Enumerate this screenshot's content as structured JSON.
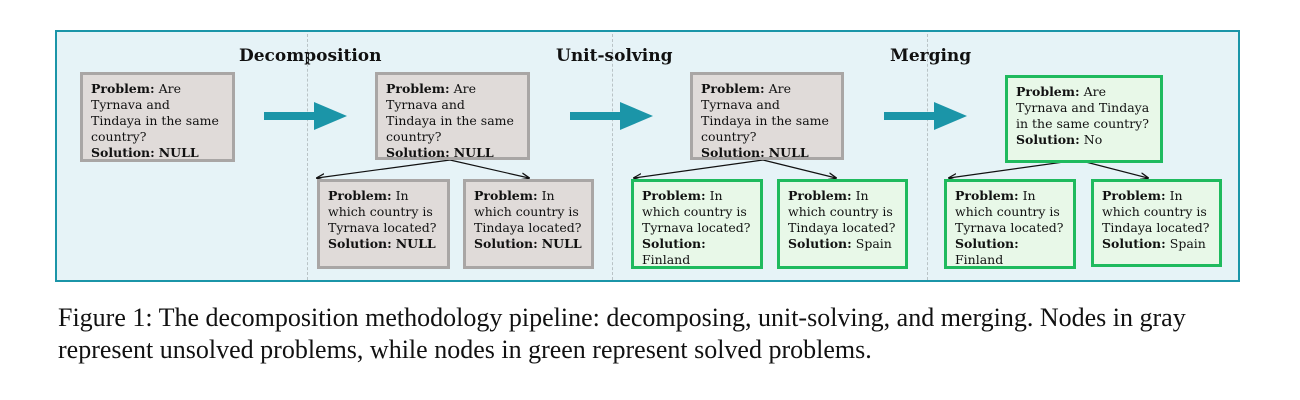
{
  "stages": {
    "decomposition": "Decomposition",
    "unit_solving": "Unit-solving",
    "merging": "Merging"
  },
  "labels": {
    "problem": "Problem:",
    "solution": "Solution:"
  },
  "nodes": {
    "n1_root": {
      "problem": "Are Tyrnava and Tindaya in the same country?",
      "solution": "NULL",
      "status": "unsolved"
    },
    "n2_root": {
      "problem": "Are Tyrnava and Tindaya in the same country?",
      "solution": "NULL",
      "status": "unsolved"
    },
    "n2_child1": {
      "problem": "In which country is Tyrnava located?",
      "solution": "NULL",
      "status": "unsolved"
    },
    "n2_child2": {
      "problem": "In which country is Tindaya located?",
      "solution": "NULL",
      "status": "unsolved"
    },
    "n3_root": {
      "problem": "Are Tyrnava and Tindaya in the same country?",
      "solution": "NULL",
      "status": "unsolved"
    },
    "n3_child1": {
      "problem": "In which country is Tyrnava located?",
      "solution": "Finland",
      "status": "solved"
    },
    "n3_child2": {
      "problem": "In which country is Tindaya located?",
      "solution": "Spain",
      "status": "solved"
    },
    "n4_root": {
      "problem": "Are Tyrnava and Tindaya in the same country?",
      "solution": "No",
      "status": "solved"
    },
    "n4_child1": {
      "problem": "In which country is Tyrnava located?",
      "solution": "Finland",
      "status": "solved"
    },
    "n4_child2": {
      "problem": "In which country is Tindaya located?",
      "solution": "Spain",
      "status": "solved"
    }
  },
  "colors": {
    "frame_border": "#1b95a8",
    "frame_fill": "#e6f3f7",
    "arrow": "#1b95a8",
    "unsolved_border": "#a9a6a5",
    "unsolved_fill": "#e0dbd9",
    "solved_border": "#1fba5e",
    "solved_fill": "#e8f8e8"
  },
  "caption": "Figure 1: The decomposition methodology pipeline: decomposing, unit-solving, and merging. Nodes in gray represent unsolved problems, while nodes in green represent solved problems."
}
